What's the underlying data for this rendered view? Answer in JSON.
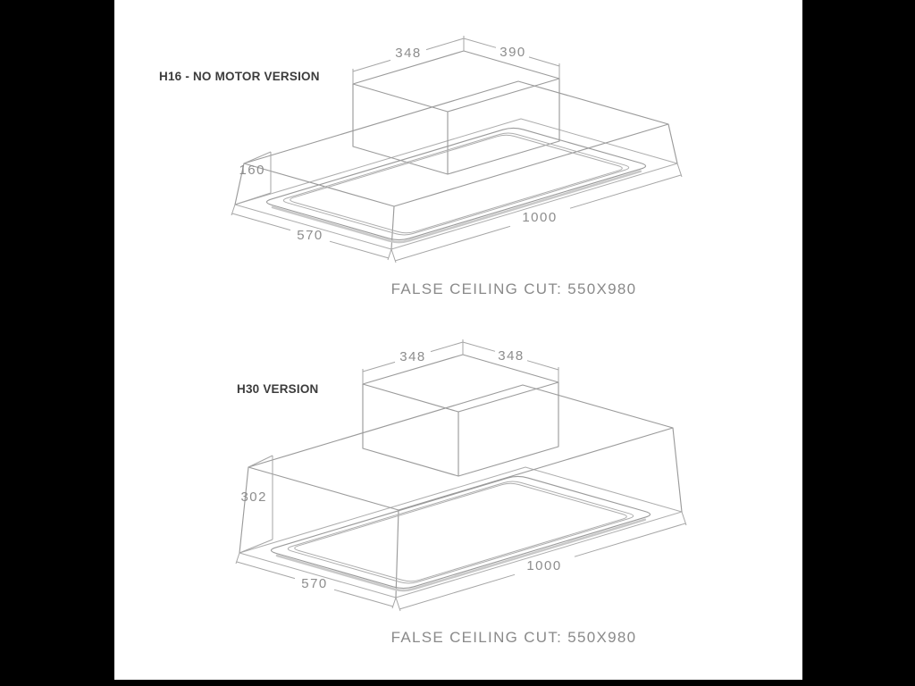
{
  "page": {
    "kind": "appliance-installation-dimension-drawing",
    "colors": {
      "paper": "#ffffff",
      "frame": "#000000",
      "line": "#9b9b9b",
      "dim_text": "#8d8d8d",
      "title_text": "#3c3c3c",
      "caption_text": "#8a8a8a"
    }
  },
  "diagrams": [
    {
      "title": "H16 - NO MOTOR VERSION",
      "caption": "FALSE CEILING CUT: 550X980",
      "dims": {
        "duct_dim_left": "348",
        "duct_dim_right": "390",
        "body_height": "160",
        "body_depth": "570",
        "body_length": "1000"
      }
    },
    {
      "title": "H30 VERSION",
      "caption": "FALSE CEILING CUT: 550X980",
      "dims": {
        "duct_dim_left": "348",
        "duct_dim_right": "348",
        "body_height": "302",
        "body_depth": "570",
        "body_length": "1000"
      }
    }
  ]
}
